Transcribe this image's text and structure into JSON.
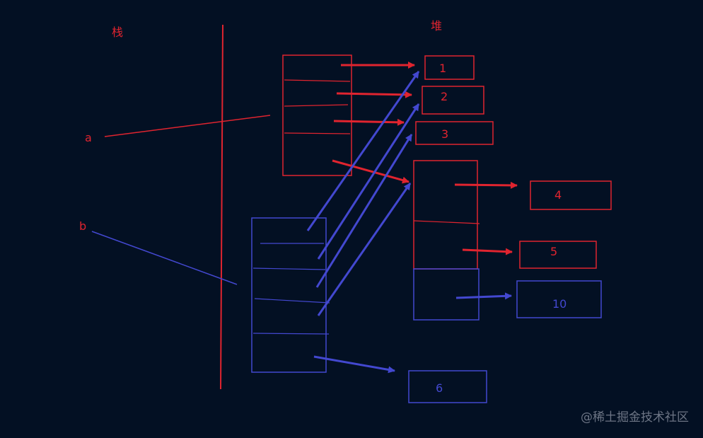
{
  "labels": {
    "stack": "栈",
    "heap": "堆",
    "var_a": "a",
    "var_b": "b"
  },
  "heap_values": {
    "v1": "1",
    "v2": "2",
    "v3": "3",
    "v4": "4",
    "v5": "5",
    "v6": "6",
    "v10": "10"
  },
  "watermark": "@稀土掘金技术社区",
  "colors": {
    "background": "#031023",
    "red": "#e0242f",
    "blue": "#4348d0",
    "watermark": "#6d7585"
  }
}
